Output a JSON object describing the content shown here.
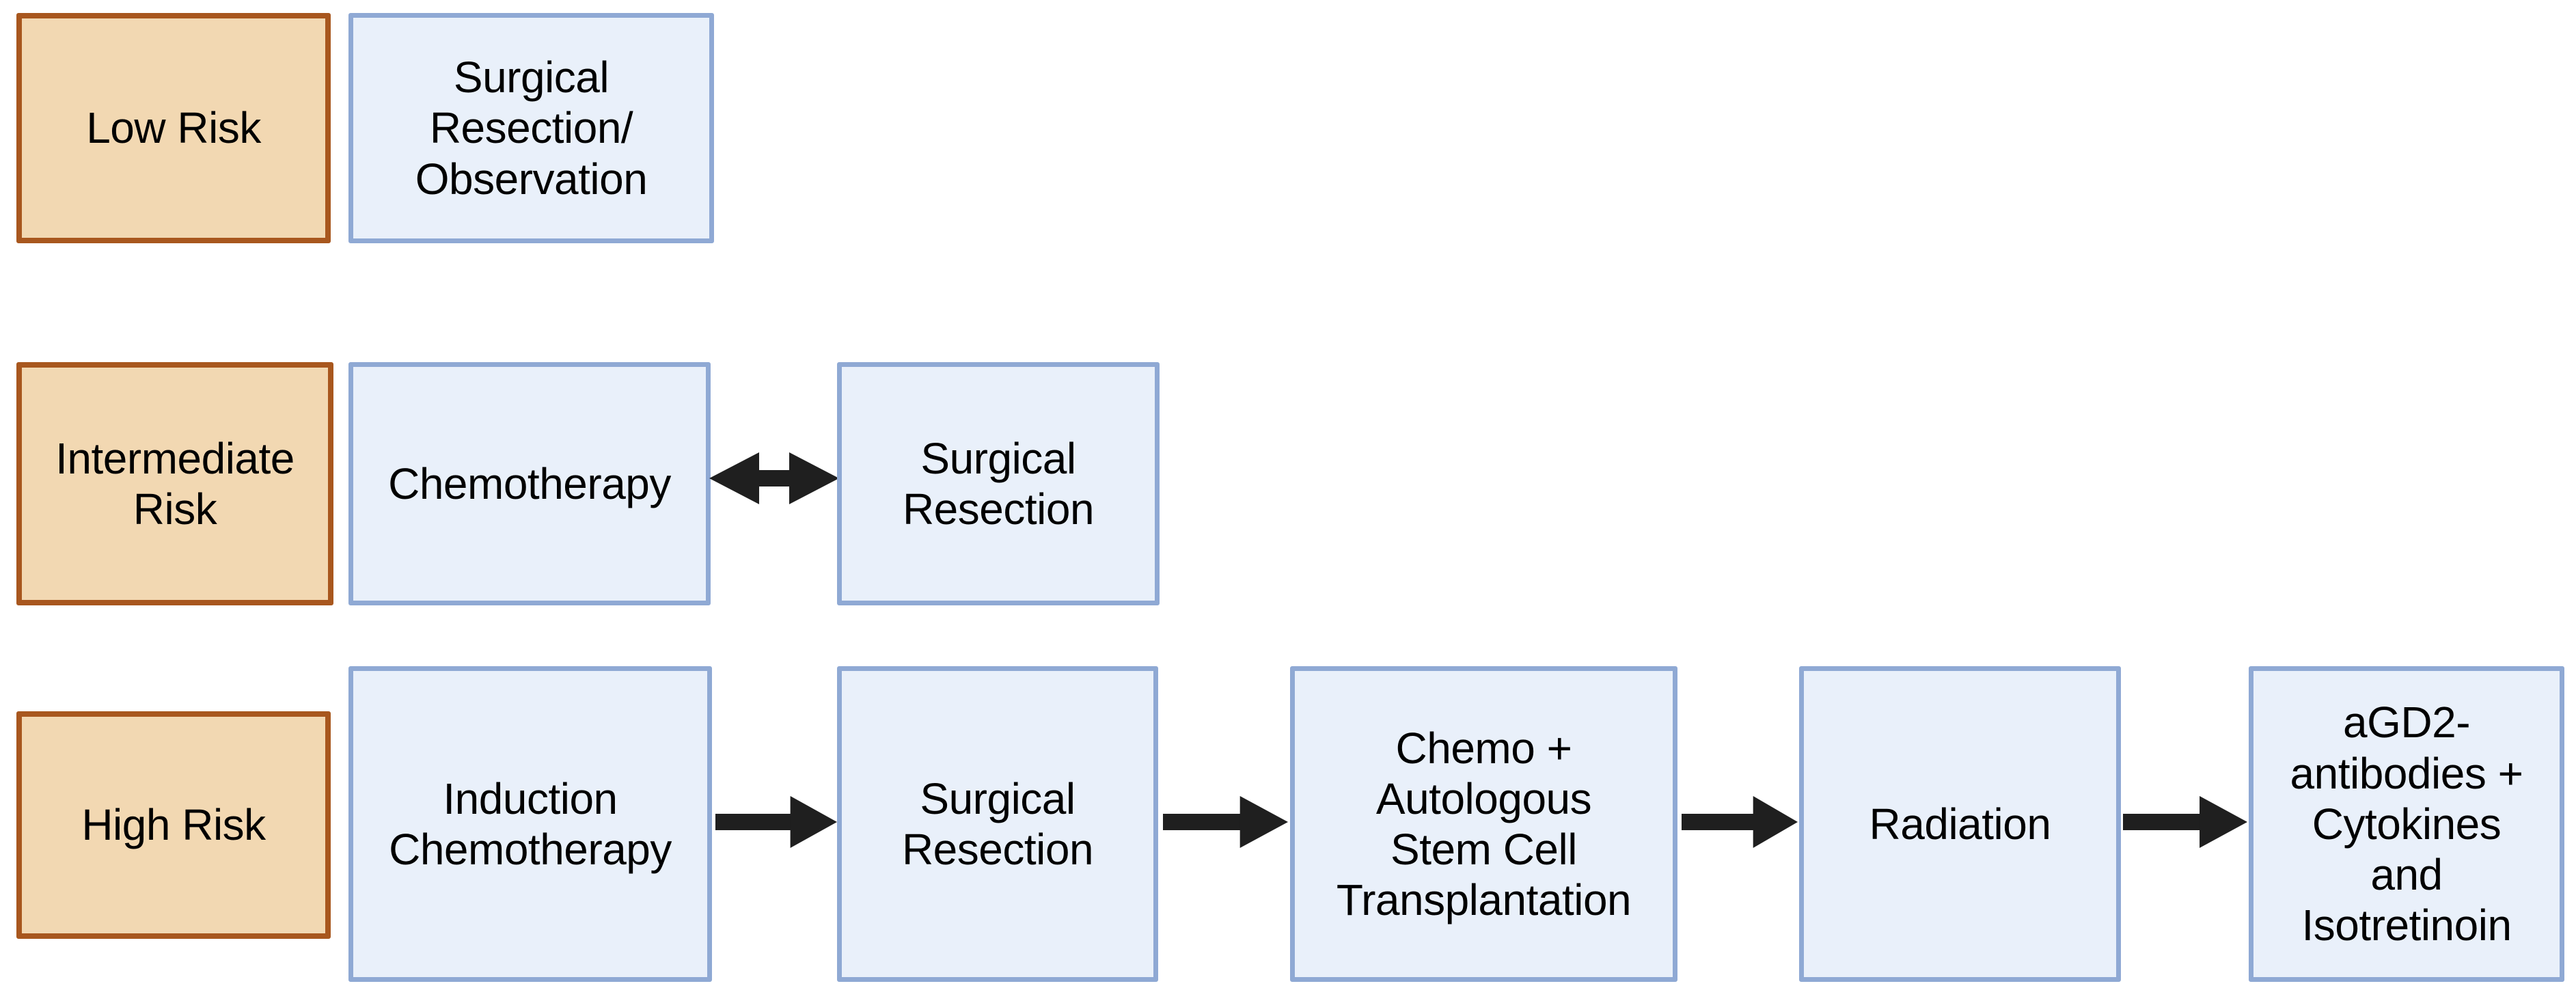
{
  "diagram": {
    "title": "Neuroblastoma risk-stratified treatment flowchart",
    "colors": {
      "risk_fill": "#f2d8b2",
      "risk_border": "#a8571e",
      "step_fill": "#e9f0fa",
      "step_border": "#8fa9d4",
      "arrow": "#1f1f1f",
      "text": "#000000"
    },
    "icons": {
      "right_arrow": "arrow-right-icon",
      "double_arrow": "double-headed-arrow-icon"
    },
    "rows": [
      {
        "risk_label": "Low Risk",
        "connector": "none",
        "steps": [
          {
            "label": "Surgical\nResection/\nObservation"
          }
        ]
      },
      {
        "risk_label": "Intermediate\nRisk",
        "connector": "double-arrow",
        "steps": [
          {
            "label": "Chemotherapy"
          },
          {
            "label": "Surgical\nResection"
          }
        ]
      },
      {
        "risk_label": "High Risk",
        "connector": "right-arrow",
        "steps": [
          {
            "label": "Induction\nChemotherapy"
          },
          {
            "label": "Surgical\nResection"
          },
          {
            "label": "Chemo +\nAutologous\nStem Cell\nTransplantation"
          },
          {
            "label": "Radiation"
          },
          {
            "label": "aGD2-\nantibodies +\nCytokines\nand\nIsotretinoin"
          }
        ]
      }
    ]
  }
}
